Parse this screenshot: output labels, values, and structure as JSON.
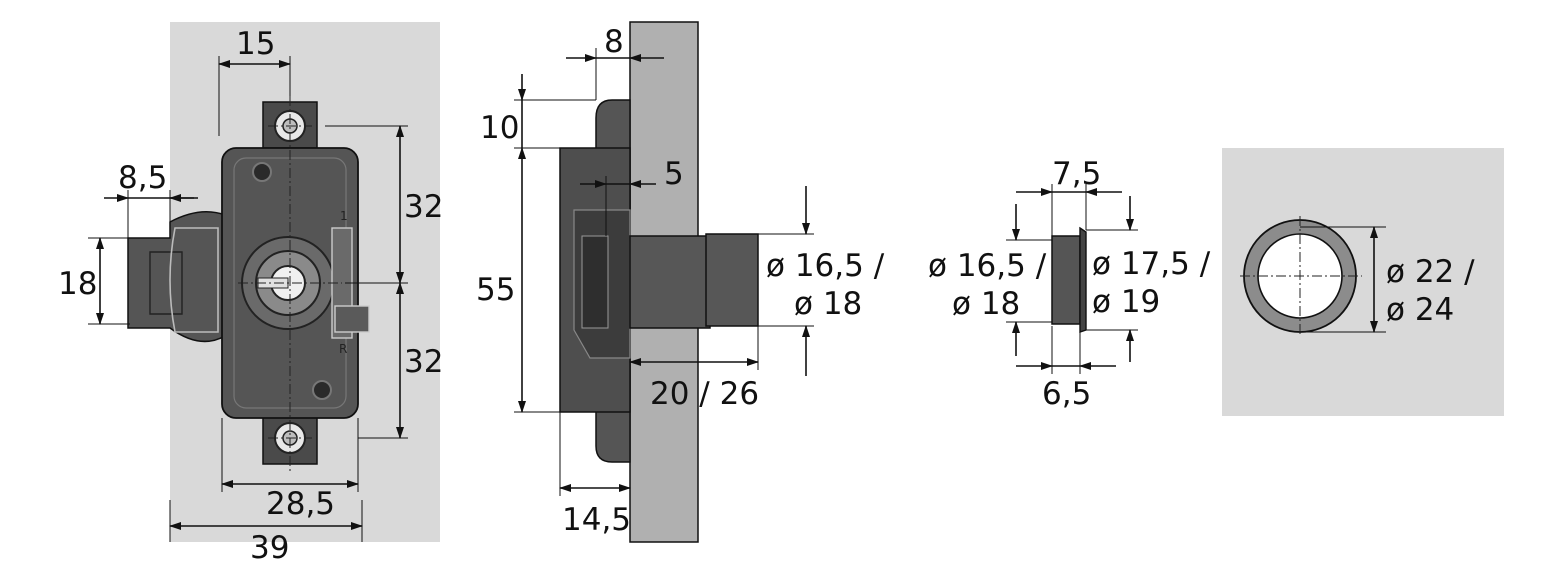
{
  "colors": {
    "panel": "#d9d9d9",
    "body": "#555555",
    "body_dark": "#3c3c3c",
    "strike_plate": "#b0b0b0",
    "ring": "#8c8c8c",
    "line": "#111111"
  },
  "icons": [
    "mounting-screw-icon",
    "crosshair-icon"
  ],
  "front_view": {
    "dims": {
      "top_width": "15",
      "left_offset": "8,5",
      "height_18": "18",
      "upper_32": "32",
      "lower_32": "32",
      "width_28_5": "28,5",
      "width_39": "39"
    },
    "marks": {
      "top": "1",
      "bottom": "R"
    }
  },
  "side_view": {
    "dims": {
      "depth_8": "8",
      "top_10": "10",
      "depth_5": "5",
      "height_55": "55",
      "bolt_dia_1": "ø 16,5 /",
      "bolt_dia_2": "ø 18",
      "bolt_length": "20 / 26",
      "base_14_5": "14,5"
    }
  },
  "bushing_view": {
    "dims": {
      "top_7_5": "7,5",
      "inner_dia_1": "ø 16,5 /",
      "inner_dia_2": "ø 18",
      "outer_dia_1": "ø 17,5 /",
      "outer_dia_2": "ø 19",
      "bottom_6_5": "6,5"
    }
  },
  "ring_view": {
    "dims": {
      "ring_dia_1": "ø 22 /",
      "ring_dia_2": "ø 24"
    }
  }
}
